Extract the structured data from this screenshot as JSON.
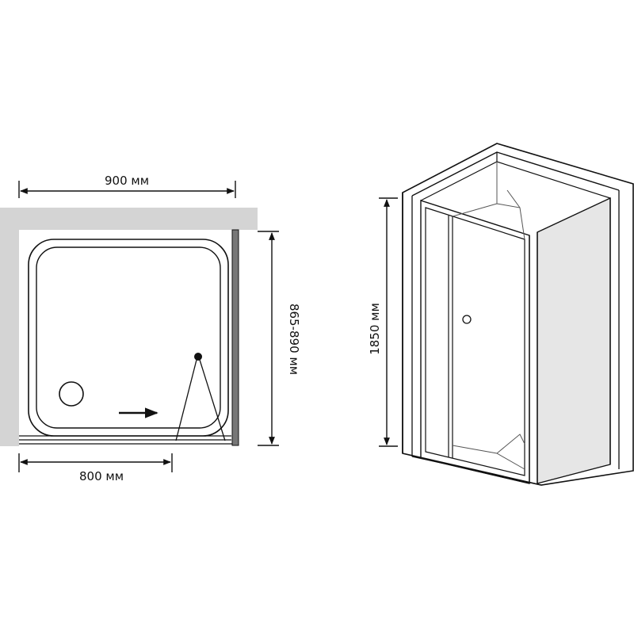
{
  "plan_view": {
    "width_label": "900 мм",
    "depth_label": "865-890 мм",
    "door_label": "800 мм"
  },
  "iso_view": {
    "height_label": "1850 мм"
  },
  "colors": {
    "wall": "#d4d4d4",
    "glass_side": "#e6e6e6",
    "stroke": "#111111",
    "panel_stroke": "#555555"
  }
}
